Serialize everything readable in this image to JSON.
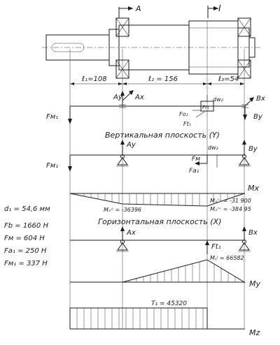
{
  "sections": {
    "a": "A",
    "b": "I"
  },
  "spans": {
    "l1": "ℓ₁=108",
    "l2": "ℓ₂ = 156",
    "l3": "ℓ₃=54"
  },
  "forces": {
    "Ay": "Ay",
    "Ax": "Ax",
    "Bx": "Bx",
    "By": "By",
    "Fm": "Fм",
    "Fm1": "Fм₁",
    "Fa": "Fa₁",
    "Ft": "Ft₁",
    "Fr": "Fr₁",
    "Fo": "Fo₁",
    "dw": "dw₂",
    "Fm_small": "Fм"
  },
  "planes": {
    "vertical": "Вертикальная плоскость (Y)",
    "horizontal": "Горизонтальная плоскость (X)"
  },
  "moments": {
    "mx_label": "Mx",
    "my_label": "My",
    "mz_label": "Mz",
    "mx_left": "Mₓᴬ = -36396",
    "mx_right1": "Mₓᴵ⁻ = -31 900",
    "mx_right2": "Mₓᴵ⁺ = -384 95",
    "my_val": "Mᵧᴵ = 66582",
    "t_val": "T₁ = 45320"
  },
  "givens": [
    "d₁ = 54,6 мм",
    "Fb = 1660 Н",
    "Fм = 604 Н",
    "Fa₁ = 250 Н",
    "Fм₁ = 337 Н"
  ]
}
